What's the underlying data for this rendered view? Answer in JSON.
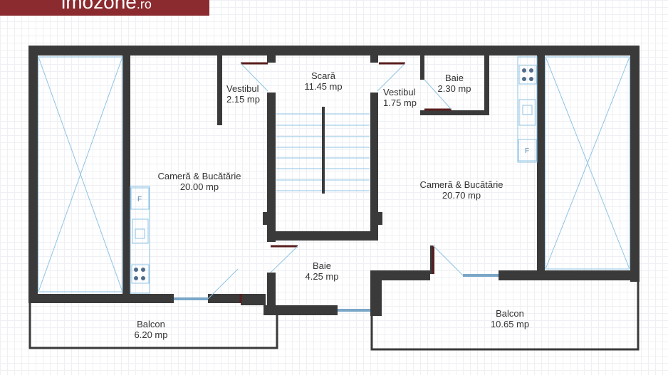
{
  "brand": {
    "name": "imozone",
    "tld": ".ro",
    "color": "#8b2b2f"
  },
  "colors": {
    "wall": "#3a3a3a",
    "door": "#5a1e1e",
    "window": "#7aa6c8",
    "thin_line": "#8fc3e3"
  },
  "rooms": {
    "left_room": {
      "name": "Cameră & Bucătărie",
      "area": "20.00 mp"
    },
    "left_vest": {
      "name": "Vestibul",
      "area": "2.15 mp"
    },
    "stair": {
      "name": "Scară",
      "area": "11.45 mp"
    },
    "right_vest": {
      "name": "Vestibul",
      "area": "1.75 mp"
    },
    "right_bath": {
      "name": "Baie",
      "area": "2.30 mp"
    },
    "right_room": {
      "name": "Cameră & Bucătărie",
      "area": "20.70 mp"
    },
    "center_bath": {
      "name": "Baie",
      "area": "4.25 mp"
    },
    "left_balcony": {
      "name": "Balcon",
      "area": "6.20 mp"
    },
    "right_balcony": {
      "name": "Balcon",
      "area": "10.65 mp"
    }
  },
  "appliances": {
    "fridge_letter": "F"
  }
}
